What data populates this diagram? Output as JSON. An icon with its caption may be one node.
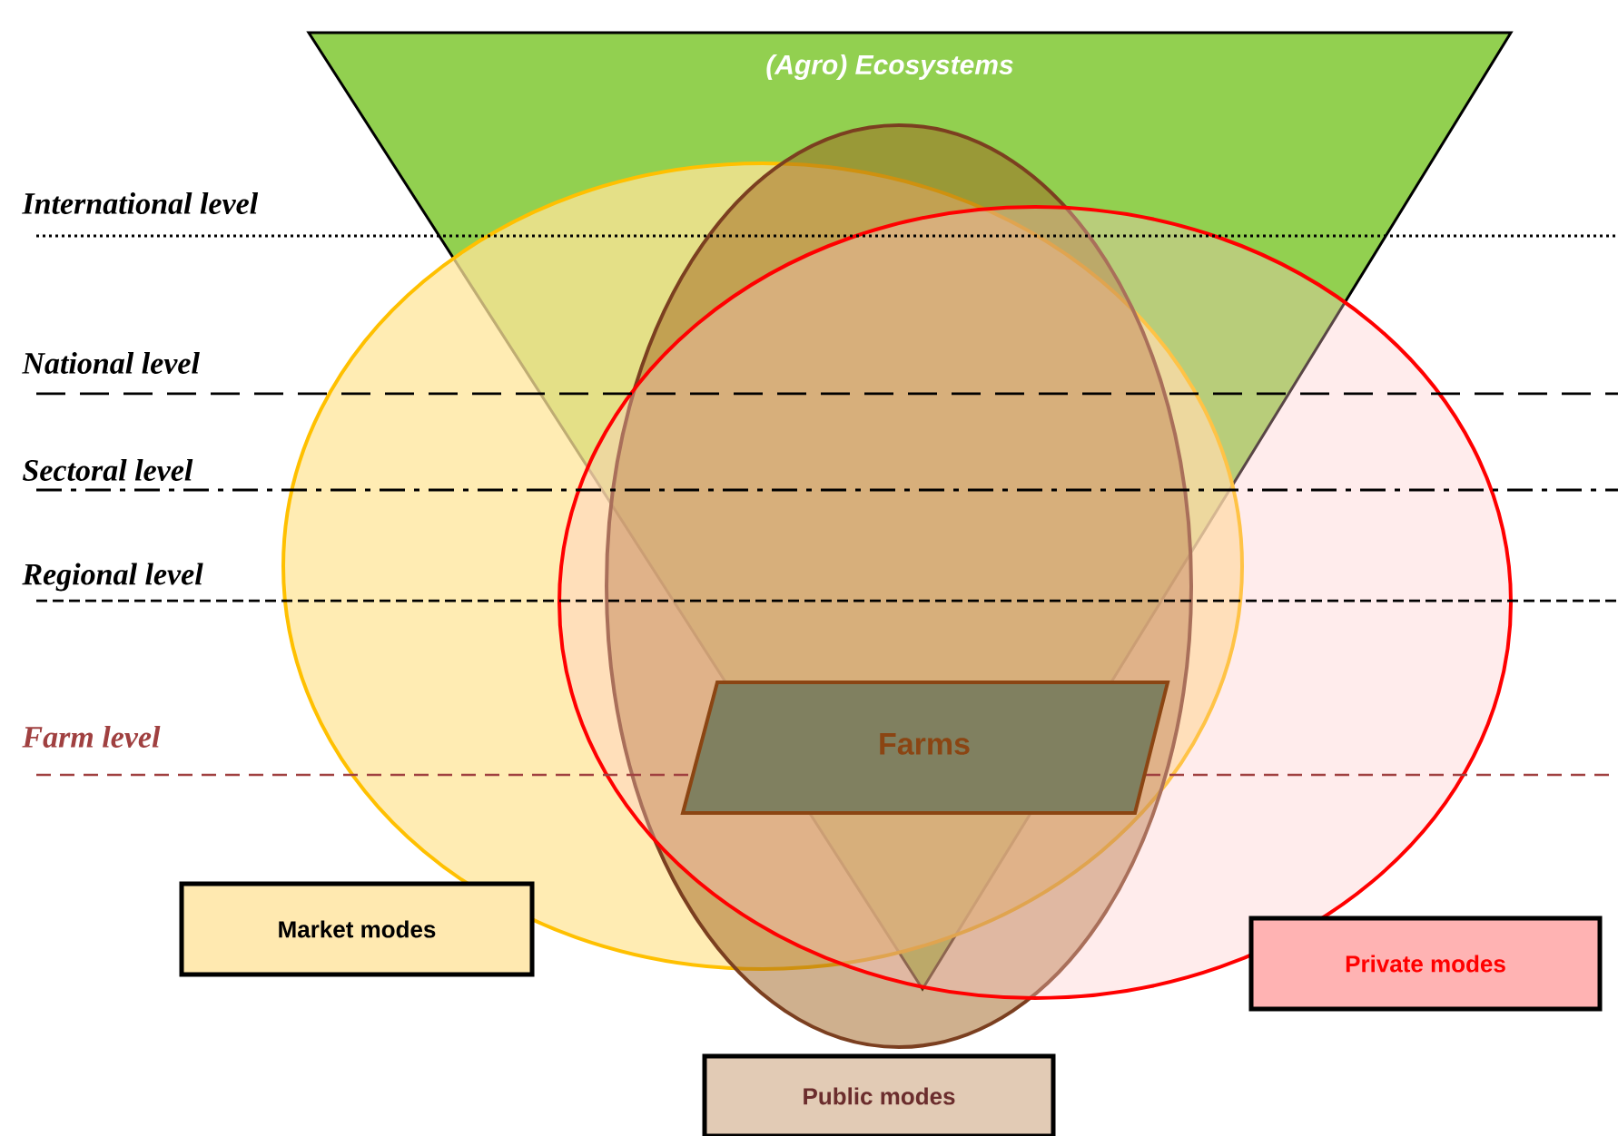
{
  "diagram": {
    "nodes": [
      {
        "text": [
          "(Agro) Ecosystems"
        ]
      },
      {
        "text": [
          "Farms"
        ],
        "in": 0
      },
      {
        "text": [
          "Market modes"
        ]
      },
      {
        "text": [
          "Private modes"
        ]
      },
      {
        "text": [
          "Public modes"
        ]
      }
    ],
    "labels": [
      "International level",
      "National level",
      "Sectoral level",
      "Regional level",
      "Farm level"
    ]
  }
}
